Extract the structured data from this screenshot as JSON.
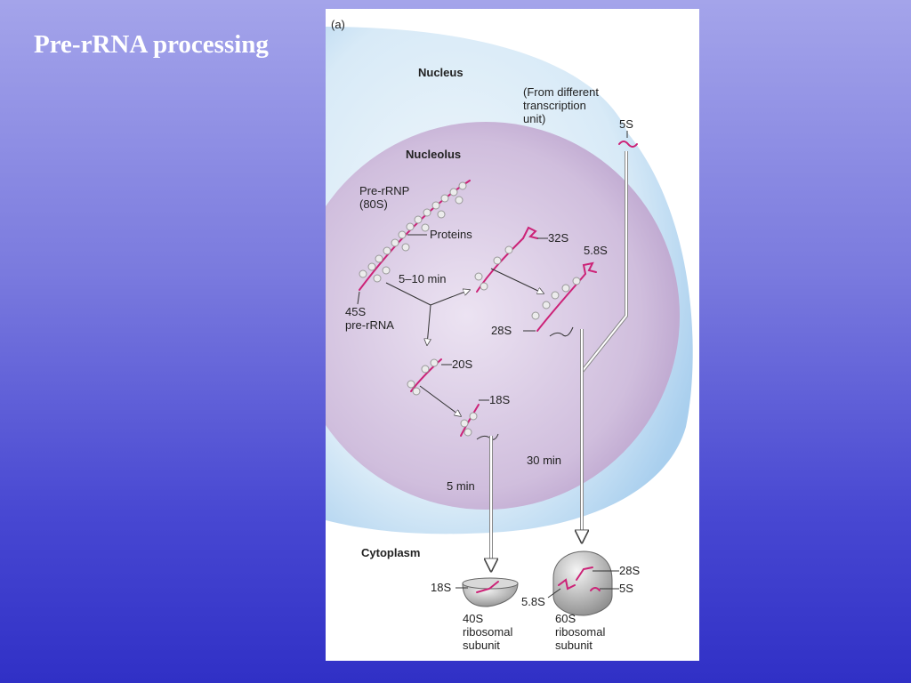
{
  "slide": {
    "title": "Pre-rRNA processing"
  },
  "figure": {
    "panel_label": "(a)",
    "regions": {
      "nucleus": "Nucleus",
      "nucleolus": "Nucleolus",
      "cytoplasm": "Cytoplasm"
    },
    "labels": {
      "pre_rrnp_1": "Pre-rRNP",
      "pre_rrnp_2": "(80S)",
      "proteins": "Proteins",
      "pre_rrna_45s_1": "45S",
      "pre_rrna_45s_2": "pre-rRNA",
      "s32": "32S",
      "s58": "5.8S",
      "s28": "28S",
      "s20": "20S",
      "s18": "18S",
      "s5": "5S",
      "different_unit_1": "(From different",
      "different_unit_2": "transcription",
      "different_unit_3": "unit)",
      "s18_small": "18S",
      "s58_small": "5.8S",
      "s28_large": "28S",
      "s5_large": "5S",
      "subunit_40s_1": "40S",
      "subunit_40s_2": "ribosomal",
      "subunit_40s_3": "subunit",
      "subunit_60s_1": "60S",
      "subunit_60s_2": "ribosomal",
      "subunit_60s_3": "subunit"
    },
    "timings": {
      "t1": "5–10 min",
      "t2": "30 min",
      "t3": "5 min"
    },
    "colors": {
      "rna": "#cc2277",
      "nucleus": "#cfe4f5",
      "nucleolus": "#c9b3d6",
      "background_top": "#a4a4ea",
      "background_bottom": "#3030c6"
    }
  }
}
